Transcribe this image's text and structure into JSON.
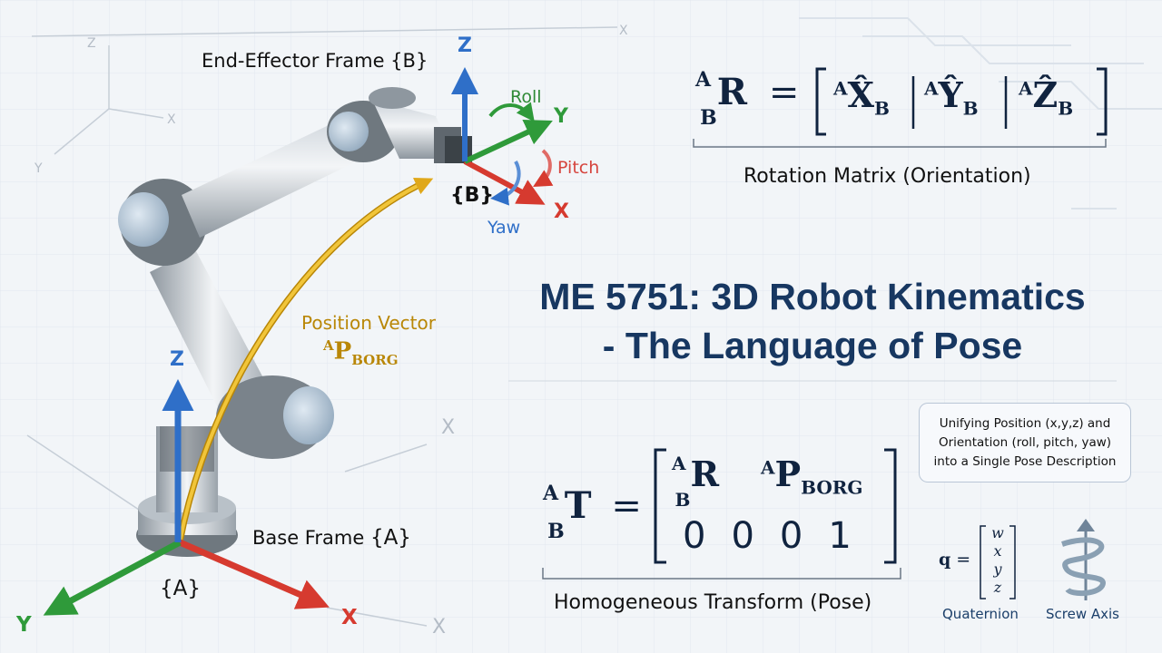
{
  "title": {
    "line1": "ME 5751: 3D Robot Kinematics",
    "line2": "- The Language of Pose"
  },
  "labels": {
    "end_effector_frame": "End-Effector Frame {B}",
    "frame_b": "{B}",
    "base_frame_text": "Base Frame",
    "base_frame_brace": "{A}",
    "frame_a": "{A}",
    "position_vector": "Position Vector",
    "pos_vec_sup": "A",
    "pos_vec_main": "P",
    "pos_vec_sub": "BORG",
    "roll": "Roll",
    "pitch": "Pitch",
    "yaw": "Yaw",
    "axis_x": "X",
    "axis_y": "Y",
    "axis_z": "Z"
  },
  "rotation": {
    "lhs_sup": "A",
    "lhs_main": "R",
    "lhs_sub": "B",
    "equals": "=",
    "col1_sup": "A",
    "col1_main": "X̂",
    "col1_sub": "B",
    "col2_sup": "A",
    "col2_main": "Ŷ",
    "col2_sub": "B",
    "col3_sup": "A",
    "col3_main": "Ẑ",
    "col3_sub": "B",
    "caption": "Rotation Matrix (Orientation)"
  },
  "transform": {
    "lhs_sup": "A",
    "lhs_main": "T",
    "lhs_sub": "B",
    "equals": "=",
    "r_sup": "A",
    "r_main": "R",
    "r_sub": "B",
    "p_sup": "A",
    "p_main": "P",
    "p_sub": "BORG",
    "bottom_row": [
      "0",
      "0",
      "0",
      "1"
    ],
    "caption": "Homogeneous Transform (Pose)"
  },
  "note": {
    "line1": "Unifying Position (x,y,z) and",
    "line2": "Orientation (roll, pitch, yaw)",
    "line3": "into a Single Pose Description"
  },
  "quaternion": {
    "lhs": "q",
    "equals": "=",
    "components": [
      "w",
      "x",
      "y",
      "z"
    ],
    "caption": "Quaternion"
  },
  "screw": {
    "caption": "Screw Axis"
  },
  "colors": {
    "x_axis": "#d63a2f",
    "y_axis": "#2f9a3a",
    "z_axis": "#2f6fc8",
    "position_vector": "#e0a81a",
    "title": "#173761"
  }
}
